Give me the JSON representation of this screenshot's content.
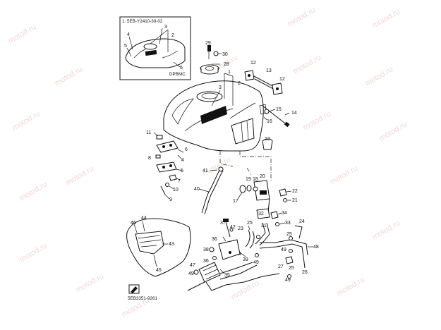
{
  "diagram": {
    "inset_label": "1. 5EB-Y2410-30-02",
    "inset_code": "DPBMC",
    "diagram_code": "5EB3351-9261",
    "watermark": "motod.ru",
    "callouts": [
      "1",
      "2",
      "3",
      "4",
      "5",
      "6",
      "7",
      "8",
      "9",
      "10",
      "11",
      "12",
      "13",
      "14",
      "15",
      "16",
      "17",
      "18",
      "19",
      "20",
      "21",
      "22",
      "23",
      "24",
      "25",
      "26",
      "27",
      "28",
      "29",
      "30",
      "31",
      "32",
      "33",
      "34",
      "35",
      "36",
      "37",
      "38",
      "39",
      "40",
      "41",
      "42",
      "43",
      "44",
      "45",
      "46",
      "47",
      "48",
      "49"
    ]
  }
}
